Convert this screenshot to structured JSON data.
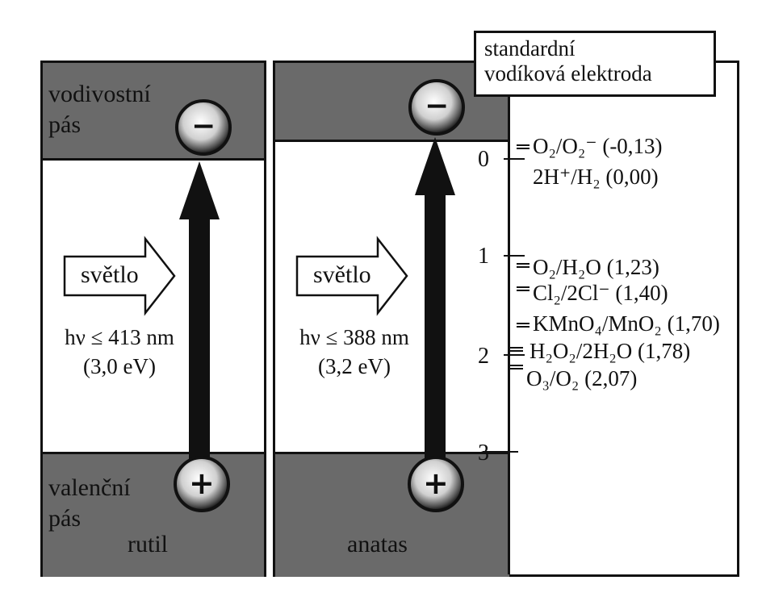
{
  "rutile": {
    "conduction_band_label_1": "vodivostní",
    "conduction_band_label_2": "pás",
    "valence_band_label_1": "valenční",
    "valence_band_label_2": "pás",
    "name": "rutil",
    "light_label": "světlo",
    "energy_line_1": "hν ≤ 413 nm",
    "energy_line_2": "(3,0 eV)",
    "electron_symbol": "−",
    "hole_symbol": "+"
  },
  "anatase": {
    "name": "anatas",
    "light_label": "světlo",
    "energy_line_1": "hν ≤ 388 nm",
    "energy_line_2": "(3,2 eV)",
    "electron_symbol": "−",
    "hole_symbol": "+"
  },
  "reference": {
    "line_1": "standardní",
    "line_2": "vodíková elektroda"
  },
  "axis": {
    "ticks": [
      "0",
      "1",
      "2",
      "3"
    ]
  },
  "redox_couples": [
    {
      "label": "O₂/O₂⁻ (-0,13)",
      "potential": -0.13
    },
    {
      "label": "2H⁺/H₂ (0,00)",
      "potential": 0.0
    },
    {
      "label": "O₂/H₂O (1,23)",
      "potential": 1.23
    },
    {
      "label": "Cl₂/2Cl⁻ (1,40)",
      "potential": 1.4
    },
    {
      "label": "KMnO₄/MnO₂ (1,70)",
      "potential": 1.7
    },
    {
      "label": "H₂O₂/2H₂O (1,78)",
      "potential": 1.78
    },
    {
      "label": "O₃/O₂ (2,07)",
      "potential": 2.07
    }
  ]
}
